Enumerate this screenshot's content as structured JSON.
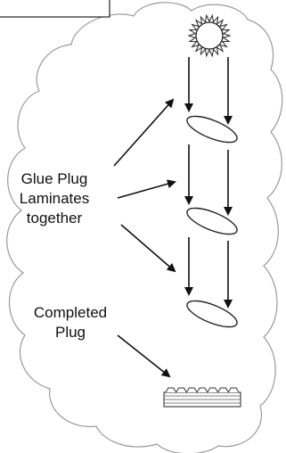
{
  "labels": {
    "glue_line1": "Glue Plug",
    "glue_line2": "Laminates",
    "glue_line3": "together",
    "completed_line1": "Completed",
    "completed_line2": "Plug"
  },
  "icons": {
    "light_source": "sun-icon",
    "laminate": "ellipse-layer-icon",
    "finished_plug": "completed-plug-icon"
  },
  "colors": {
    "stroke": "#222222",
    "cloud_stroke": "#9a9a9a",
    "background": "#ffffff"
  }
}
